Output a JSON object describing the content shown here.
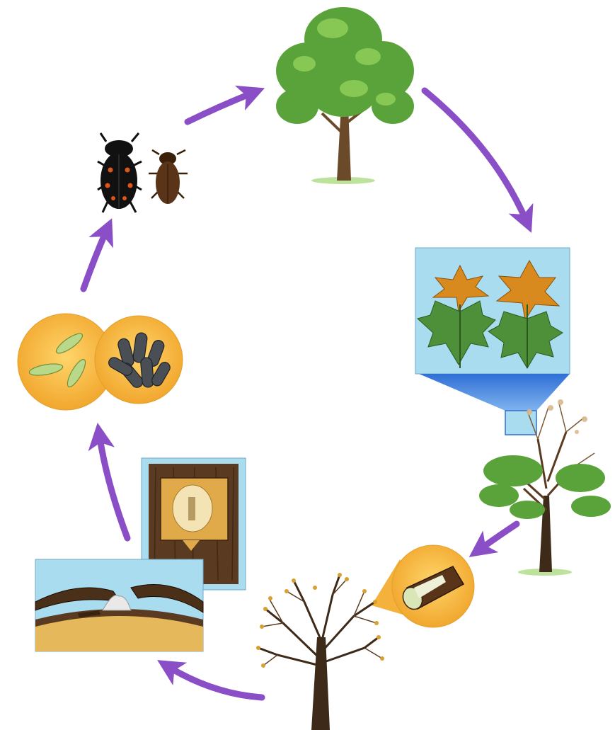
{
  "diagram": {
    "kind": "cycle",
    "text": [],
    "stages": [
      {
        "id": "healthy-tree",
        "depicts": "tree-icon"
      },
      {
        "id": "wilting-leaves",
        "depicts": "leaf-icon"
      },
      {
        "id": "wilting-tree",
        "depicts": "tree-icon"
      },
      {
        "id": "stained-sapwood",
        "depicts": "branch-section-icon"
      },
      {
        "id": "dead-tree",
        "depicts": "tree-icon"
      },
      {
        "id": "fungal-mat",
        "depicts": "bark-cross-section-icon"
      },
      {
        "id": "spores",
        "depicts": "spore-icon"
      },
      {
        "id": "beetles",
        "depicts": "beetle-icon"
      }
    ],
    "colors": {
      "arrow": "#8a4fc6",
      "panel_blue": "#a9dcef",
      "panel_blue_dark": "#2f6fd6",
      "spore_bg": "#f4b23c",
      "foliage": "#5aa33a",
      "foliage_light": "#8fcf5a",
      "trunk": "#6b4a2a",
      "leaf_orange": "#d98a1e",
      "beetle_black": "#111111",
      "beetle_brown": "#5a3418",
      "beetle_spot": "#e0541e"
    }
  }
}
